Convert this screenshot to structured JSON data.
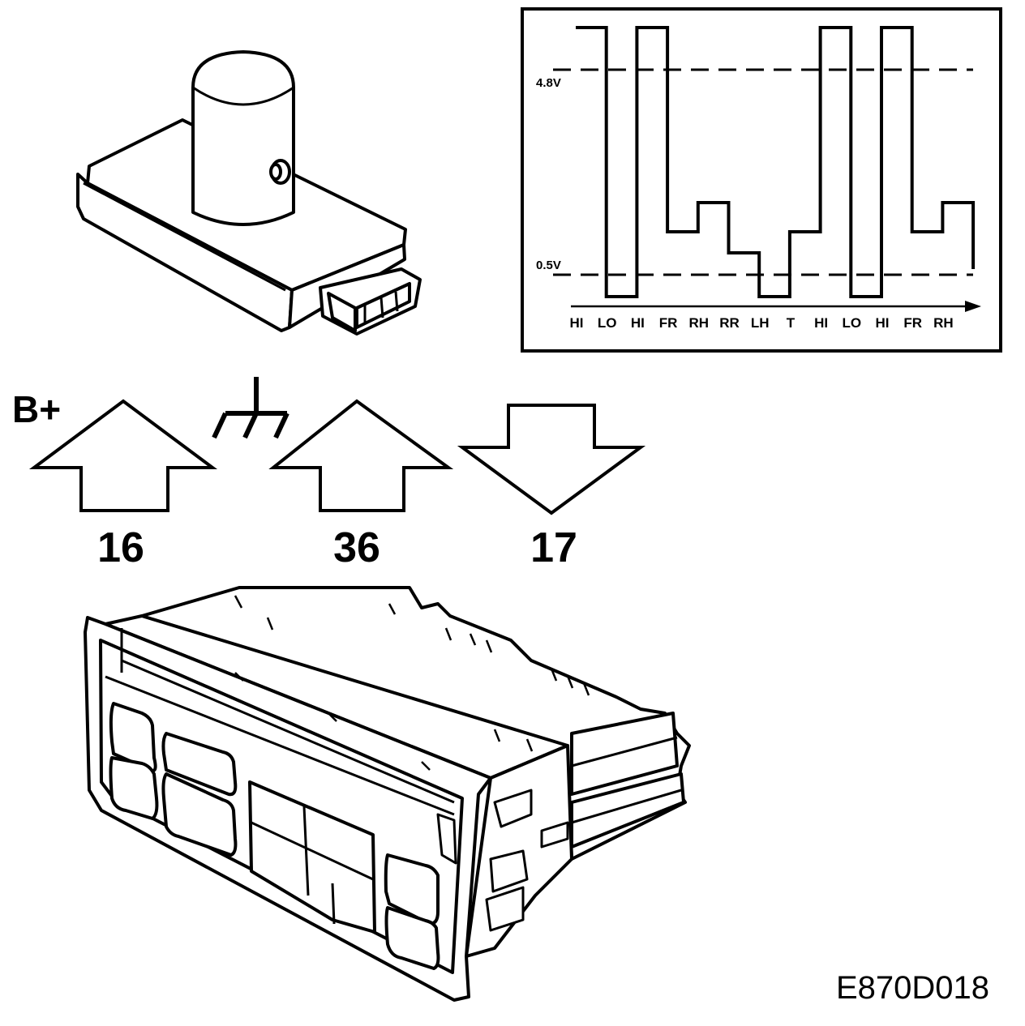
{
  "signal_plot": {
    "ref_high": "4.8V",
    "ref_low": "0.5V",
    "slots": [
      "HI",
      "LO",
      "HI",
      "FR",
      "RH",
      "RR",
      "LH",
      "T",
      "HI",
      "LO",
      "HI",
      "FR",
      "RH"
    ],
    "levels": [
      "high",
      "low",
      "high",
      "mid",
      "upper",
      "lower",
      "low",
      "mid",
      "high",
      "low",
      "high",
      "mid",
      "upper"
    ]
  },
  "connections": {
    "supply": {
      "label": "B+",
      "pin": "16"
    },
    "ground": {
      "symbol": "ground-icon",
      "pin": "36"
    },
    "output": {
      "pin": "17"
    }
  },
  "figure_code": "E870D018"
}
